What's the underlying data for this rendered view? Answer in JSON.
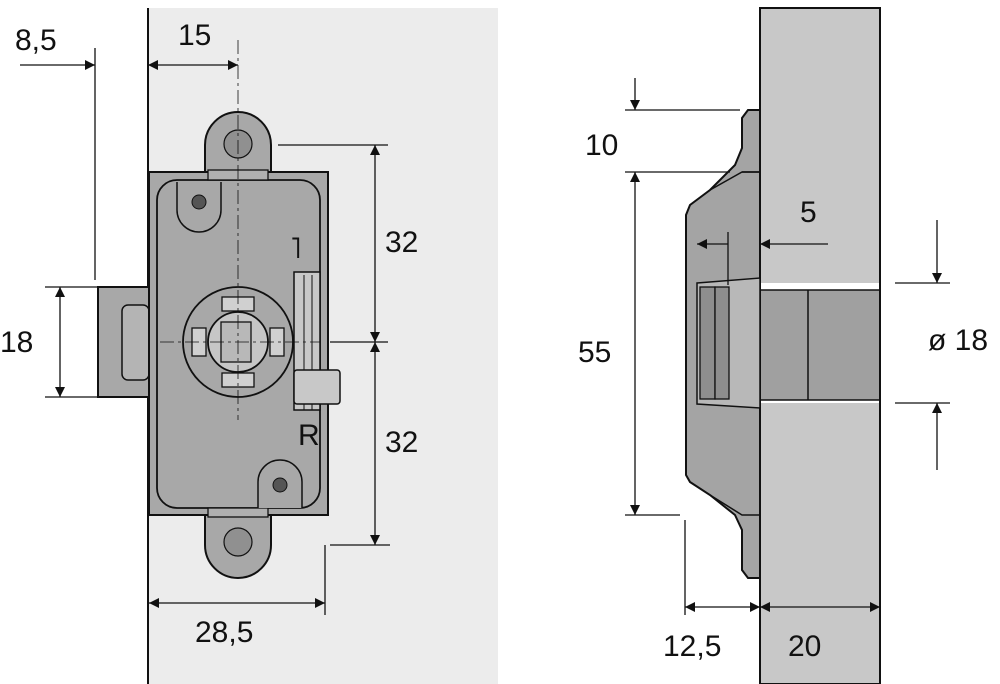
{
  "front_view": {
    "dim_offset": "8,5",
    "dim_axis": "15",
    "dim_bolt_height": "18",
    "dim_top_spacing": "32",
    "dim_bottom_spacing": "32",
    "dim_depth": "28,5",
    "label_left": "˥",
    "label_right": "R"
  },
  "side_view": {
    "dim_flange": "10",
    "dim_height": "55",
    "dim_protrusion": "5",
    "dim_hole_diameter": "ø 18",
    "dim_body": "12,5",
    "dim_panel": "20"
  },
  "colors": {
    "panel": "#ececec",
    "body": "#a8a8a8",
    "wall": "#c8c8c8",
    "line": "#111111"
  }
}
